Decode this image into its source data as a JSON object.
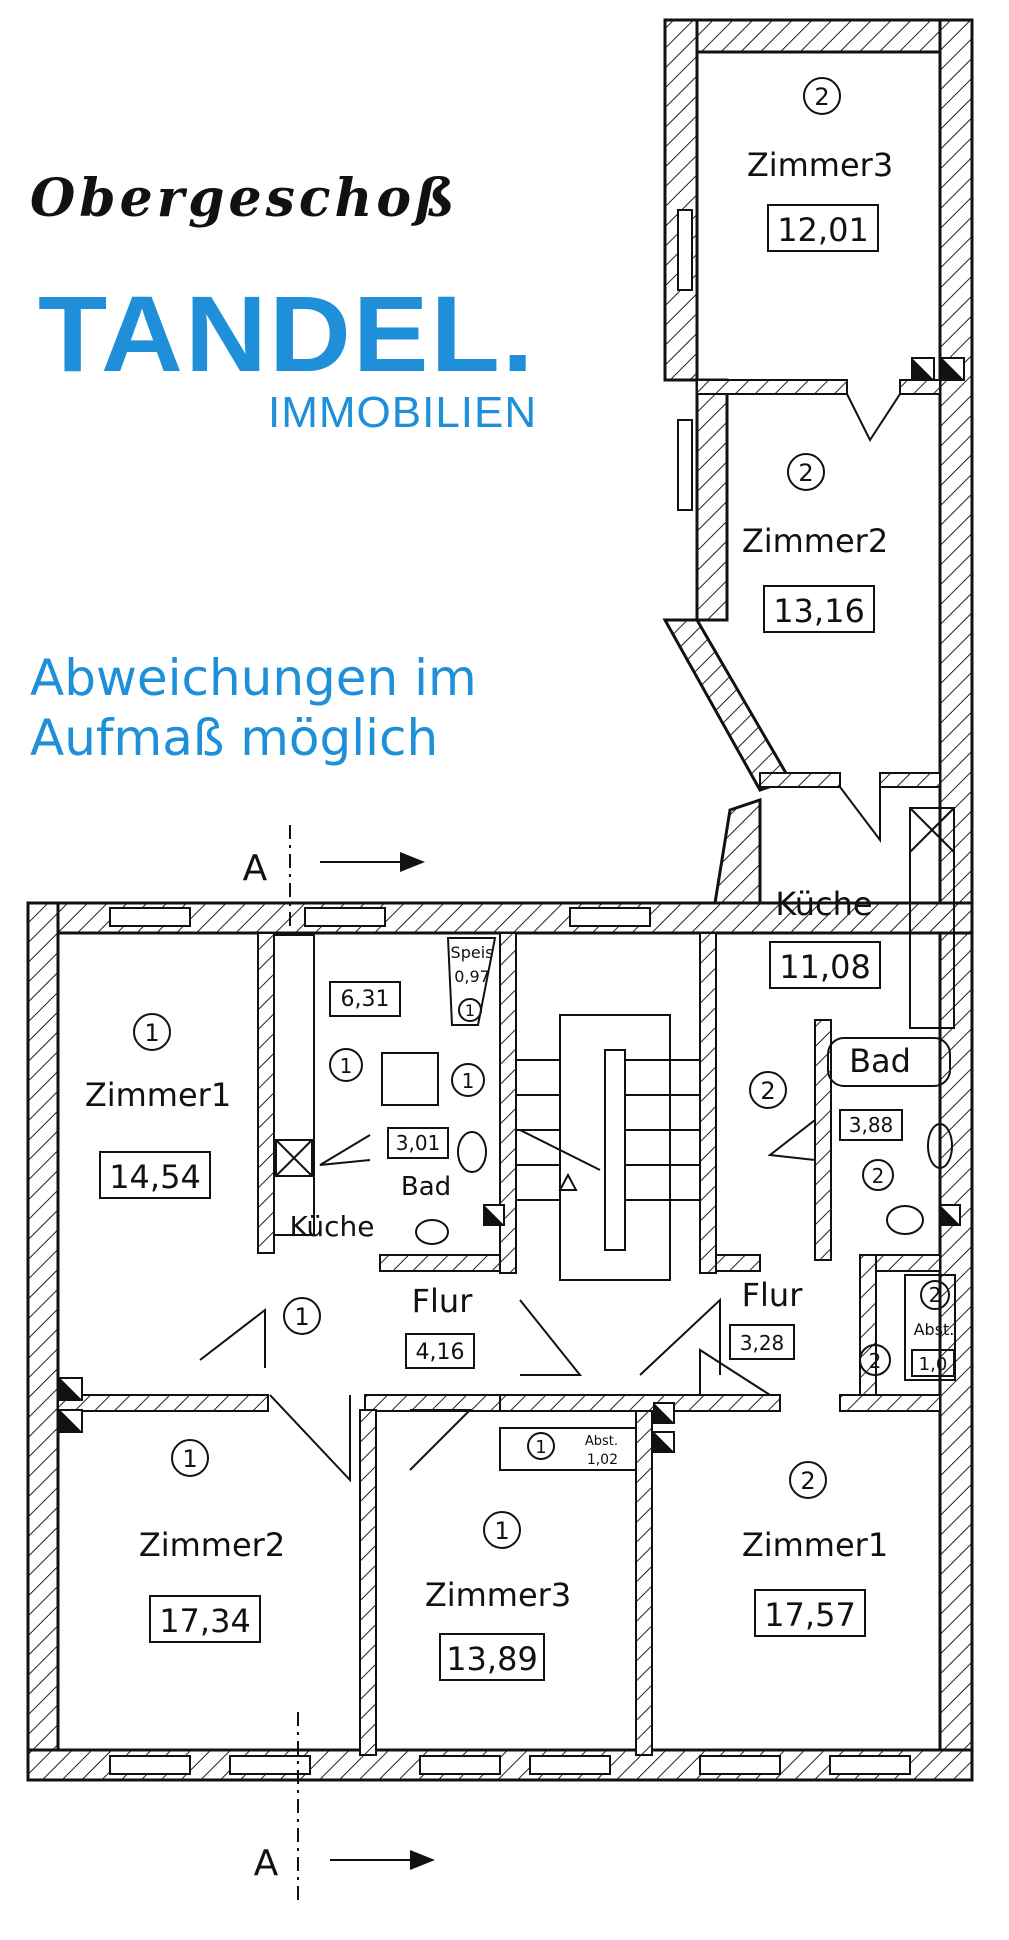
{
  "header": {
    "title": "Obergeschoß",
    "brand": "TANDEL.",
    "brand_sub": "IMMOBILIEN",
    "note_line1": "Abweichungen im",
    "note_line2": "Aufmaß möglich"
  },
  "section_markers": {
    "top": "A",
    "bottom": "A"
  },
  "rooms": {
    "upper_zimmer3": {
      "unit": "2",
      "name": "Zimmer3",
      "area": "12,01"
    },
    "upper_zimmer2": {
      "unit": "2",
      "name": "Zimmer2",
      "area": "13,16"
    },
    "kueche_right": {
      "name": "Küche",
      "area": "11,08"
    },
    "bad_right": {
      "unit": "2",
      "name": "Bad",
      "area": "3,88"
    },
    "flur_right": {
      "name": "Flur",
      "area": "3,28"
    },
    "abst_right": {
      "unit": "2",
      "name": "Abst.",
      "area": "1,0"
    },
    "zimmer1_right": {
      "unit": "2",
      "name": "Zimmer1",
      "area": "17,57"
    },
    "zimmer1_left": {
      "unit": "1",
      "name": "Zimmer1",
      "area": "14,54"
    },
    "kueche_left": {
      "unit": "1",
      "name": "Küche",
      "area": "6,31"
    },
    "speis": {
      "unit": "1",
      "name": "Speis",
      "area": "0,97"
    },
    "bad_left": {
      "unit": "1",
      "name": "Bad",
      "area": "3,01"
    },
    "flur_left": {
      "unit": "1",
      "name": "Flur",
      "area": "4,16"
    },
    "abst_left": {
      "unit": "1",
      "name": "Abst.",
      "area": "1,02"
    },
    "zimmer2_left": {
      "unit": "1",
      "name": "Zimmer2",
      "area": "17,34"
    },
    "zimmer3_left": {
      "unit": "1",
      "name": "Zimmer3",
      "area": "13,89"
    },
    "flur_right_unit": "2",
    "right_hall_unit": "2"
  }
}
